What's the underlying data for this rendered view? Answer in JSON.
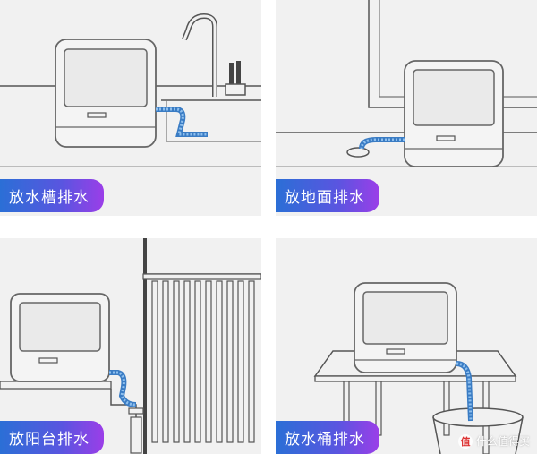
{
  "panels": [
    {
      "id": "sink",
      "label": "放水槽排水"
    },
    {
      "id": "floor",
      "label": "放地面排水"
    },
    {
      "id": "balcony",
      "label": "放阳台排水"
    },
    {
      "id": "bucket",
      "label": "放水桶排水"
    }
  ],
  "watermark": {
    "text": "什么值得买",
    "icon": "值"
  },
  "colors": {
    "hose": "#5aa0e0",
    "line": "#555555",
    "tag_start": "#2b6fd6",
    "tag_end": "#9b3ee8"
  }
}
